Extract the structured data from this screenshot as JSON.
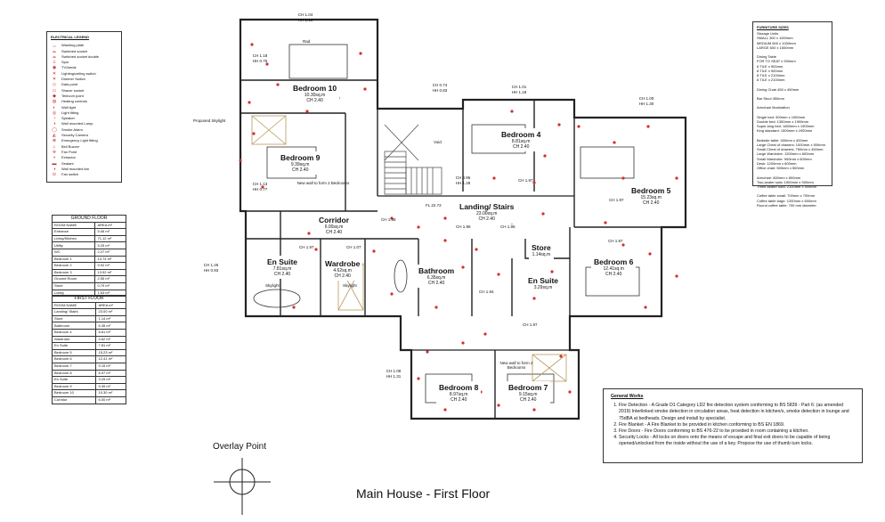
{
  "title": "Main House - First Floor",
  "overlay_point_label": "Overlay Point",
  "legend": {
    "title": "ELECTRICAL LEGEND",
    "items": [
      "Washing plate",
      "Switched socket",
      "Switched socket double",
      "Spur",
      "TV/Aerial",
      "Lighting/ceiling switch",
      "Dimmer Switch",
      "Data point",
      "Shaver socket",
      "Telecom point",
      "Heating controls",
      "Wall light",
      "Light fitting",
      "Speaker",
      "Wall mounted Lamp",
      "Smoke Alarm",
      "Security Camera",
      "Emergency Light fitting",
      "Bell Buzzer",
      "Fan Point",
      "Extractor",
      "Sealant",
      "Wall mounted fan",
      "Fan switch"
    ]
  },
  "furniture_sizes": {
    "title": "FURNITURE SIZES",
    "lines": [
      "Storage Units",
      "SMALL 300 x 1000mm",
      "MEDIUM 600 x 1000mm",
      "LARGE 600 x 1500mm",
      "",
      "Dining Table",
      "FOR TO SEAT x 900mm",
      "6 TILE x 900mm",
      "8 TILE x 900mm",
      "8 TILE x 2100mm",
      "6 TILE x 2100mm",
      "",
      "Dining Chair 450 x 450mm",
      "",
      "Bar Stool 450mm",
      "",
      "Armchair Modulation",
      "",
      "Single bed: 900mm x 1900mm",
      "Double bed: 1350mm x 1900mm",
      "Super king bed: 1800mm x 1900mm",
      "King standard: 1500mm x 1900mm",
      "",
      "Bedside table: 400mm x 400mm",
      "Large Chest of drawers: 1000mm x 500mm",
      "Small Chest of drawers: 750mm x 450mm",
      "Large Wardrobe: 1200mm x 600mm",
      "Small Wardrobe: 900mm x 600mm",
      "Desk: 1200mm x 600mm",
      "Office chair: 500mm x 500mm",
      "",
      "Armchair: 800mm x 800mm",
      "Two-seater sofa: 1500mm x 900mm",
      "Three-seater sofa: 2100mm x 900mm",
      "",
      "Coffee table small: 700mm x 700mm",
      "Coffee table large: 1200mm x 600mm",
      "Round coffee table: 700 mm diameter"
    ]
  },
  "ground_floor": {
    "caption": "GROUND FLOOR",
    "headers": [
      "ROOM NAME",
      "AREA m²"
    ],
    "rows": [
      [
        "Entrance",
        "5.06 m²"
      ],
      [
        "Living/Kitchen",
        "71.12 m²"
      ],
      [
        "Utility",
        "5.25 m²"
      ],
      [
        "WC",
        "2.27 m²"
      ],
      [
        "Bedroom 1",
        "14.74 m²"
      ],
      [
        "Bedroom 2",
        "9.92 m²"
      ],
      [
        "Bedroom 3",
        "13.92 m²"
      ],
      [
        "Ground Room",
        "2.55 m²"
      ],
      [
        "Store",
        "0.79 m²"
      ],
      [
        "Lobby",
        "1.63 m²"
      ]
    ]
  },
  "first_floor": {
    "caption": "FIRST FLOOR",
    "headers": [
      "ROOM NAME",
      "AREA m²"
    ],
    "rows": [
      [
        "Landing/ Stairs",
        "23.00 m²"
      ],
      [
        "Store",
        "1.14 m²"
      ],
      [
        "Bathroom",
        "6.35 m²"
      ],
      [
        "Bedroom 4",
        "8.81 m²"
      ],
      [
        "Wardrobe",
        "4.62 m²"
      ],
      [
        "En Suite",
        "7.81 m²"
      ],
      [
        "Bedroom 5",
        "15.23 m²"
      ],
      [
        "Bedroom 6",
        "12.41 m²"
      ],
      [
        "Bedroom 7",
        "9.15 m²"
      ],
      [
        "Bedroom 8",
        "8.97 m²"
      ],
      [
        "En Suite",
        "3.29 m²"
      ],
      [
        "Bedroom 9",
        "9.39 m²"
      ],
      [
        "Bedroom 10",
        "10.30 m²"
      ],
      [
        "Corridor",
        "6.00 m²"
      ]
    ]
  },
  "general_works": {
    "title": "General Works",
    "items": [
      "Fire Detection - A Grade D1 Category LD2 fire detection system conforming to BS 5839 - Part 6: (as amended 2019) Interlinked smoke detection in circulation areas, heat detection in kitchen/s, smoke detection in lounge and 75dBA at bedheads. Design and install by specialist.",
      "Fire Blanket - A Fire Blanket to be provided in kitchen conforming to BS EN 1869.",
      "Fire Doors - Fire Doors conforming to BS 476-22 to be provided in room containing a kitchen.",
      "Security Locks - All locks on doors onto the means of escape and final exit doors to be capable of being opened/unlocked from the inside without the use of a key. Propose the use of thumb turn locks."
    ]
  },
  "rooms": {
    "bedroom10": {
      "name": "Bedroom 10",
      "area": "10.30sq.m",
      "ch": "CH 2.40"
    },
    "bedroom9": {
      "name": "Bedroom 9",
      "area": "9.39sq.m",
      "ch": "CH 2.40"
    },
    "corridor": {
      "name": "Corridor",
      "area": "6.00sq.m",
      "ch": "CH 2.40"
    },
    "ensuite_w": {
      "name": "En Suite",
      "area": "7.81sq.m",
      "ch": "CH 2.40"
    },
    "wardrobe": {
      "name": "Wardrobe",
      "area": "4.62sq.m",
      "ch": "CH 2.40"
    },
    "bathroom": {
      "name": "Bathroom",
      "area": "6.35sq.m",
      "ch": "CH 2.40"
    },
    "landing": {
      "name": "Landing/ Stairs",
      "area": "23.00sq.m",
      "ch": "CH 2.40"
    },
    "bedroom4": {
      "name": "Bedroom 4",
      "area": "8.81sq.m",
      "ch": "CH 2.40"
    },
    "bedroom5": {
      "name": "Bedroom 5",
      "area": "15.23sq.m",
      "ch": "CH 2.40"
    },
    "store": {
      "name": "Store",
      "area": "1.14sq.m"
    },
    "bedroom6": {
      "name": "Bedroom 6",
      "area": "12.41sq.m",
      "ch": "CH 2.40"
    },
    "ensuite_e": {
      "name": "En Suite",
      "area": "3.29sq.m"
    },
    "bedroom8": {
      "name": "Bedroom 8",
      "area": "8.97sq.m",
      "ch": "CH 2.40"
    },
    "bedroom7": {
      "name": "Bedroom 7",
      "area": "9.15sq.m",
      "ch": "CH 2.40"
    }
  },
  "notes": {
    "proposed_skylight": "Proposed Skylight",
    "new_wall_b9": "New wall to form 2 Bedrooms",
    "new_wall_b7": "New wall to form 2 Bedrooms",
    "void": "Void",
    "fl": "FL 22.72",
    "skylight1": "Skylight",
    "skylight2": "Skylight",
    "rad": "Rad"
  },
  "ceiling_heights": {
    "top": "CH 1.04 HH 1.16",
    "top2": "CH 0.74 HH 0.83",
    "top3": "CH 1.01 HH 1.18",
    "top4": "CH 1.00 HH 1.30",
    "b10": "CH 1.18 HH 0.76",
    "b9": "CH 1.13 HH 0.77",
    "left": "CH 1.26 HH 0.93",
    "b5": "CH 1.97",
    "lower": "CH 1.09 HH 1.31",
    "ch095": "CH 0.95 HH 1.28",
    "ch197": "CH 1.97",
    "ch196a": "CH 1.96",
    "ch196b": "CH 1.96",
    "ch198": "CH 1.98",
    "ch197b": "CH 1.97",
    "ch107": "CH 1.07",
    "ch197c": "CH 1.97",
    "ch194": "CH 1.94",
    "ch197d": "CH 1.97"
  }
}
